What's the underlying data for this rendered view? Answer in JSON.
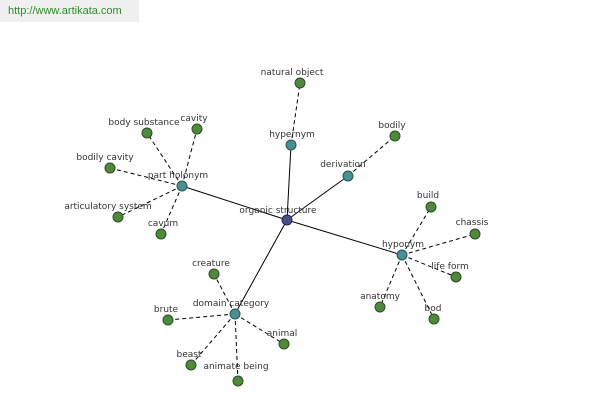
{
  "source_link": "http://www.artikata.com",
  "graph": {
    "root": "organic structure",
    "relations": {
      "hypernym": "hypernym",
      "derivation": "derivation",
      "part_holonym": "part holonym",
      "domain_category": "domain category",
      "hyponym": "hyponym"
    },
    "terms": {
      "natural_object": "natural object",
      "bodily": "bodily",
      "body_substance": "body substance",
      "cavity": "cavity",
      "bodily_cavity": "bodily cavity",
      "articulatory_system": "articulatory system",
      "cavum": "cavum",
      "creature": "creature",
      "brute": "brute",
      "animal": "animal",
      "beast": "beast",
      "animate_being": "animate being",
      "build": "build",
      "chassis": "chassis",
      "life_form": "life form",
      "anatomy": "anatomy",
      "bod": "bod"
    }
  },
  "colors": {
    "root_node": "#4a4e8c",
    "relation_node": "#4a8f91",
    "term_node": "#4f8a3c",
    "source_link_text": "#2e8b2e"
  }
}
